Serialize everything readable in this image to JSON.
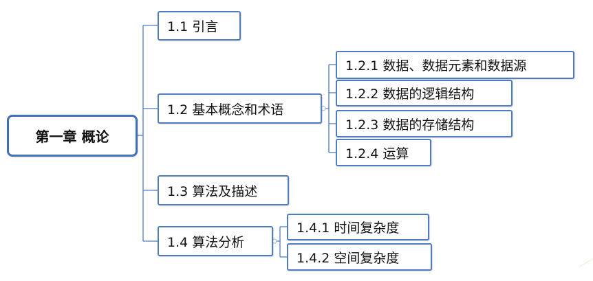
{
  "colors": {
    "border": "#4e7cc0",
    "connector": "#4e7cc0",
    "background": "#ffffff"
  },
  "root": {
    "label": "第一章  概论"
  },
  "branches": [
    {
      "label": "1.1  引言",
      "children": []
    },
    {
      "label": "1.2  基本概念和术语",
      "children": [
        {
          "label": "1.2.1  数据、数据元素和数据源"
        },
        {
          "label": "1.2.2  数据的逻辑结构"
        },
        {
          "label": "1.2.3  数据的存储结构"
        },
        {
          "label": "1.2.4  运算"
        }
      ]
    },
    {
      "label": "1.3  算法及描述",
      "children": []
    },
    {
      "label": "1.4  算法分析",
      "children": [
        {
          "label": "1.4.1 时间复杂度"
        },
        {
          "label": "1.4.2  空间复杂度"
        }
      ]
    }
  ]
}
